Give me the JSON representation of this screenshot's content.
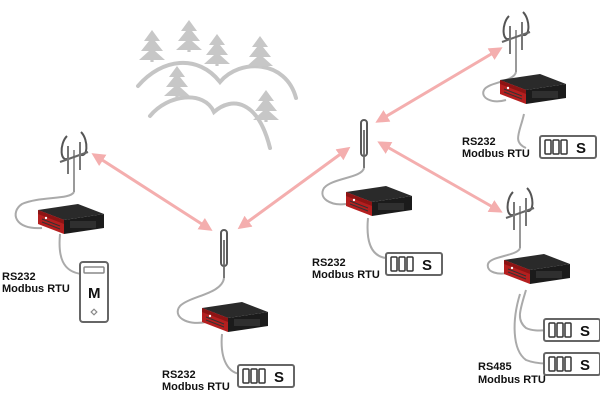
{
  "colors": {
    "link": "#f4aeae",
    "router_body": "#b51f1f",
    "router_top": "#242424",
    "cable": "#aaaaaa",
    "device_outline": "#666666",
    "trees": "#c7c7c7",
    "hills": "#c5c5c5"
  },
  "nodes": [
    {
      "label_line1": "RS232",
      "label_line2": "Modbus RTU",
      "device_letter": "M",
      "role": "master"
    },
    {
      "label_line1": "RS232",
      "label_line2": "Modbus RTU",
      "device_letter": "S",
      "role": "slave"
    },
    {
      "label_line1": "RS232",
      "label_line2": "Modbus RTU",
      "device_letter": "S",
      "role": "slave"
    },
    {
      "label_line1": "RS232",
      "label_line2": "Modbus RTU",
      "device_letter": "S",
      "role": "slave"
    },
    {
      "label_line1": "RS485",
      "label_line2": "Modbus RTU",
      "device_letter": "S",
      "role": "slave"
    }
  ],
  "extra_devices": [
    {
      "device_letter": "S"
    }
  ],
  "icons": {
    "yagi": "yagi-antenna-icon",
    "omni": "omni-antenna-icon",
    "router": "router-icon",
    "master": "master-pc-icon",
    "slave": "slave-device-icon",
    "trees": "tree-icon",
    "hills": "hills-icon"
  }
}
